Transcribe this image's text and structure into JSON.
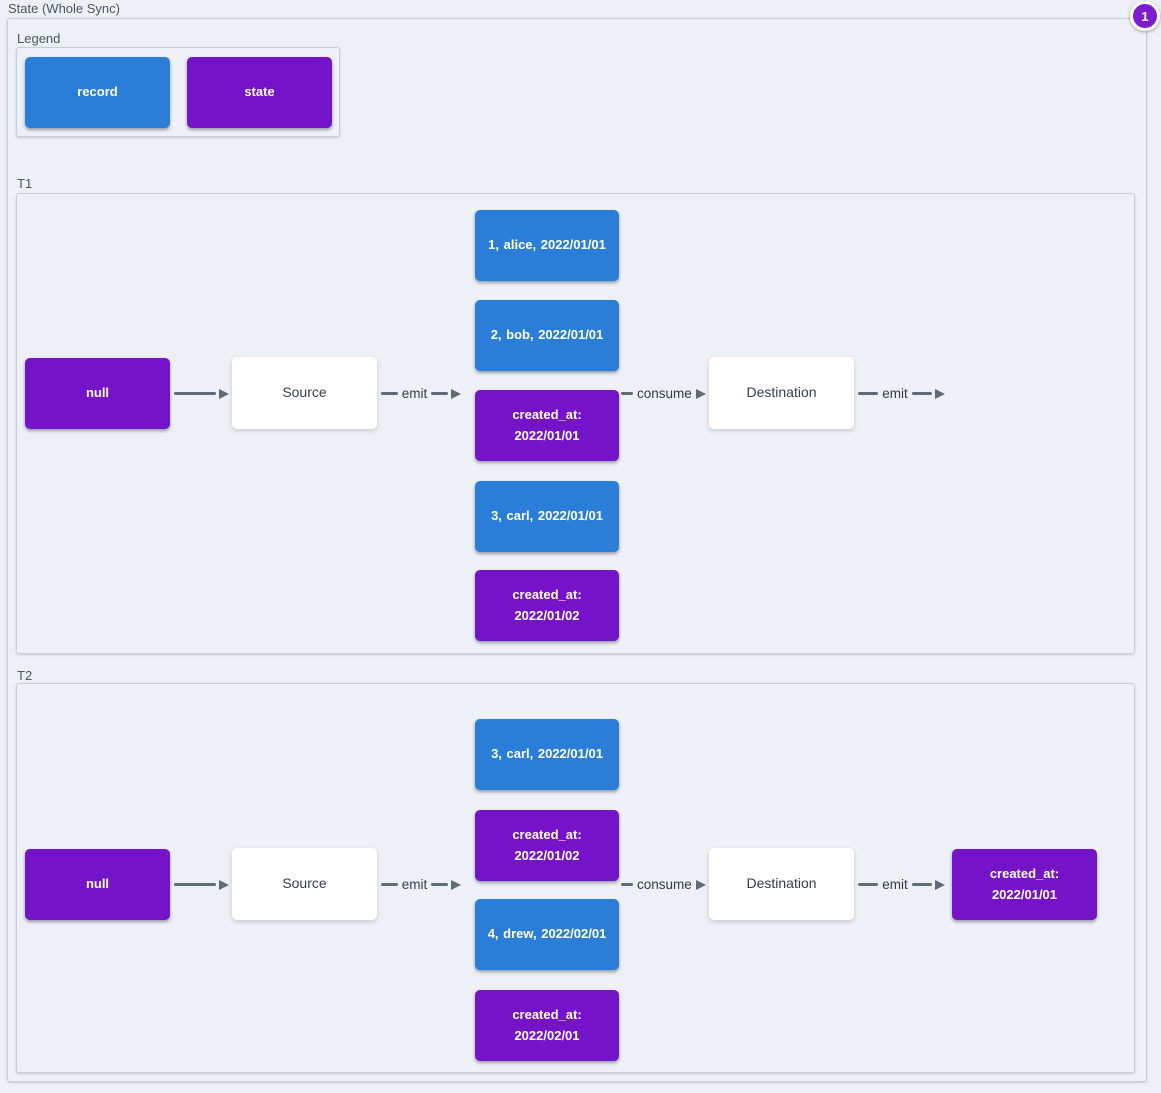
{
  "diagram": {
    "title": "State (Whole Sync)",
    "badge": "1",
    "colors": {
      "record": "#2b7ed8",
      "state": "#7513c8",
      "arrow": "#5f6b78",
      "background": "#edf0f4",
      "group_border": "#c6cfd9"
    },
    "legend": {
      "title": "Legend",
      "items": [
        {
          "label": "record",
          "type": "record"
        },
        {
          "label": "state",
          "type": "state"
        }
      ]
    },
    "sections": [
      {
        "label": "T1",
        "input": "null",
        "source": "Source",
        "emit_source": "emit",
        "stack": [
          {
            "label": "1, alice, 2022/01/01",
            "type": "record"
          },
          {
            "label": "2, bob, 2022/01/01",
            "type": "record"
          },
          {
            "label": "created_at: 2022/01/01",
            "type": "state"
          },
          {
            "label": "3, carl, 2022/01/01",
            "type": "record"
          },
          {
            "label": "created_at: 2022/01/02",
            "type": "state"
          }
        ],
        "consume": "consume",
        "destination": "Destination",
        "emit_destination": "emit"
      },
      {
        "label": "T2",
        "input": "null",
        "source": "Source",
        "emit_source": "emit",
        "stack": [
          {
            "label": "3, carl, 2022/01/01",
            "type": "record"
          },
          {
            "label": "created_at: 2022/01/02",
            "type": "state"
          },
          {
            "label": "4, drew, 2022/02/01",
            "type": "record"
          },
          {
            "label": "created_at: 2022/02/01",
            "type": "state"
          }
        ],
        "consume": "consume",
        "destination": "Destination",
        "emit_destination": "emit",
        "output": {
          "label": "created_at: 2022/01/01",
          "type": "state"
        }
      }
    ]
  }
}
